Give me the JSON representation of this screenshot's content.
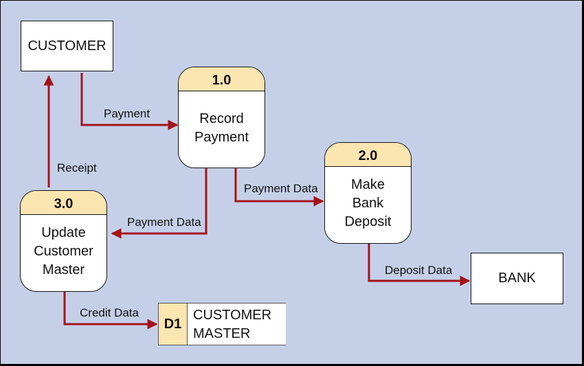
{
  "entities": {
    "customer": "CUSTOMER",
    "bank": "BANK"
  },
  "processes": {
    "p1": {
      "id": "1.0",
      "name": [
        "Record",
        "Payment"
      ]
    },
    "p2": {
      "id": "2.0",
      "name": [
        "Make",
        "Bank",
        "Deposit"
      ]
    },
    "p3": {
      "id": "3.0",
      "name": [
        "Update",
        "Customer",
        "Master"
      ]
    }
  },
  "store": {
    "id": "D1",
    "name": [
      "CUSTOMER",
      "MASTER"
    ]
  },
  "flows": {
    "payment": "Payment",
    "receipt": "Receipt",
    "payment_data_1": "Payment Data",
    "payment_data_2": "Payment Data",
    "deposit_data": "Deposit Data",
    "credit_data": "Credit Data"
  },
  "colors": {
    "flow": "#a31418",
    "process_header": "#fbe5b0",
    "background": "#c5d0e8"
  }
}
